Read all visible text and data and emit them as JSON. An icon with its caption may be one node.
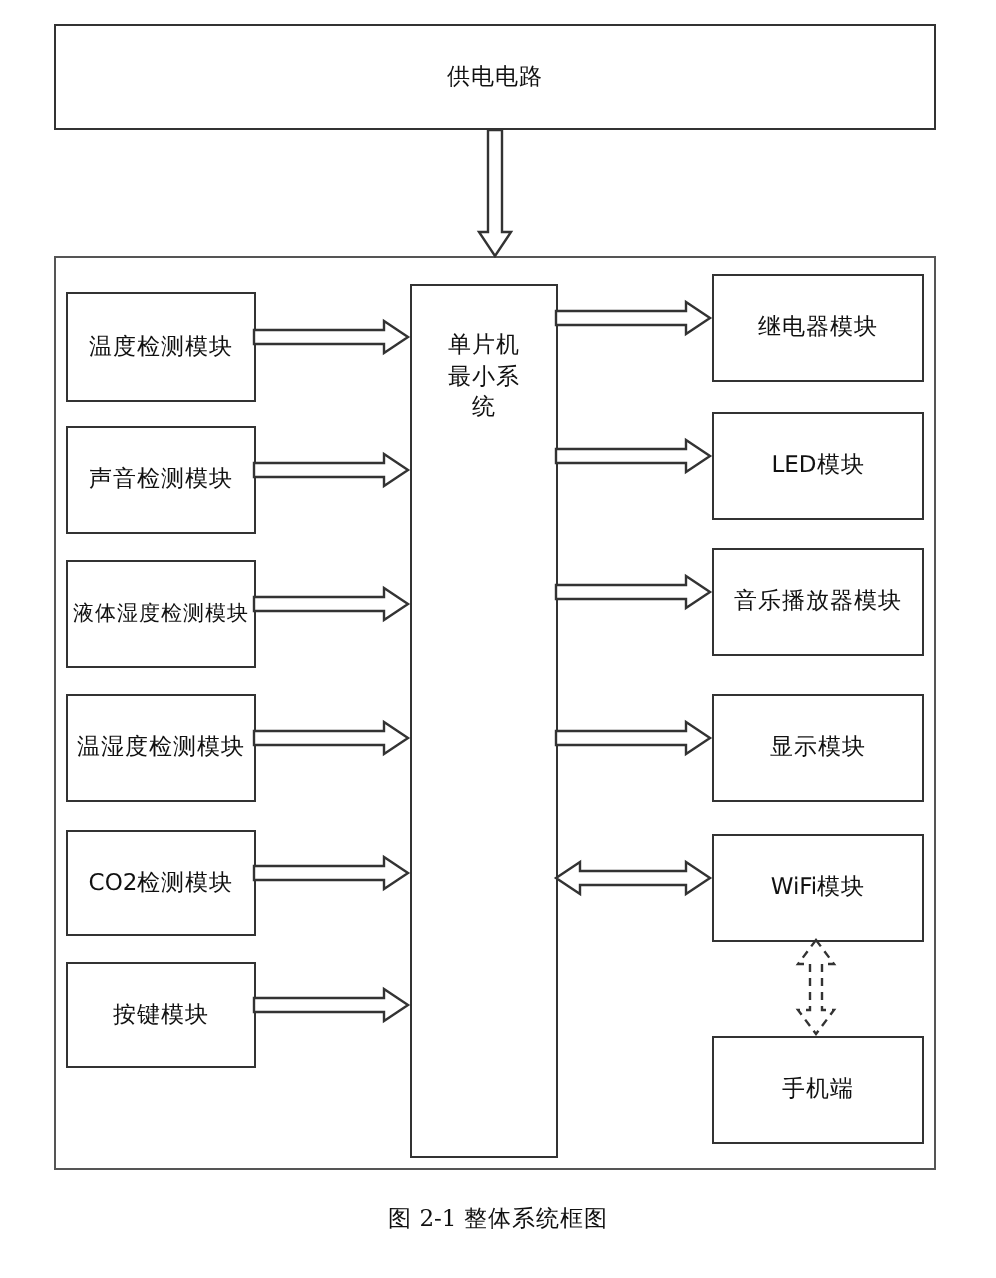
{
  "diagram": {
    "caption": "图 2-1 整体系统框图",
    "nodes": [
      {
        "text": [
          "供电电路"
        ]
      },
      {
        "text": [],
        "shape": "box"
      },
      {
        "text": [
          "温度检测模块"
        ],
        "in": 1
      },
      {
        "text": [
          "声音检测模块"
        ],
        "in": 1
      },
      {
        "text": [
          "液体湿度检测模块"
        ],
        "in": 1
      },
      {
        "text": [
          "温湿度检测模块"
        ],
        "in": 1
      },
      {
        "text": [
          "CO2检测模块"
        ],
        "in": 1
      },
      {
        "text": [
          "按键模块"
        ],
        "in": 1
      },
      {
        "text": [
          "单片机最小系统"
        ],
        "in": 1
      },
      {
        "text": [
          "继电器模块"
        ],
        "in": 1
      },
      {
        "text": [
          "LED模块"
        ],
        "in": 1
      },
      {
        "text": [
          "音乐播放器模块"
        ],
        "in": 1
      },
      {
        "text": [
          "显示模块"
        ],
        "in": 1
      },
      {
        "text": [
          "WiFi模块"
        ],
        "in": 1
      },
      {
        "text": [
          "手机端"
        ],
        "in": 1
      }
    ],
    "edges": [
      {
        "from": 0,
        "to": 1,
        "arrow": "to"
      },
      {
        "from": 2,
        "to": 8,
        "arrow": "to"
      },
      {
        "from": 3,
        "to": 8,
        "arrow": "to"
      },
      {
        "from": 4,
        "to": 8,
        "arrow": "to"
      },
      {
        "from": 5,
        "to": 8,
        "arrow": "to"
      },
      {
        "from": 6,
        "to": 8,
        "arrow": "to"
      },
      {
        "from": 7,
        "to": 8,
        "arrow": "to"
      },
      {
        "from": 8,
        "to": 9,
        "arrow": "to"
      },
      {
        "from": 8,
        "to": 10,
        "arrow": "to"
      },
      {
        "from": 8,
        "to": 11,
        "arrow": "to"
      },
      {
        "from": 8,
        "to": 12,
        "arrow": "to"
      },
      {
        "from": 8,
        "to": 13,
        "arrow": "both"
      },
      {
        "from": 13,
        "to": 14,
        "arrow": "both",
        "style": "dashed"
      }
    ]
  }
}
